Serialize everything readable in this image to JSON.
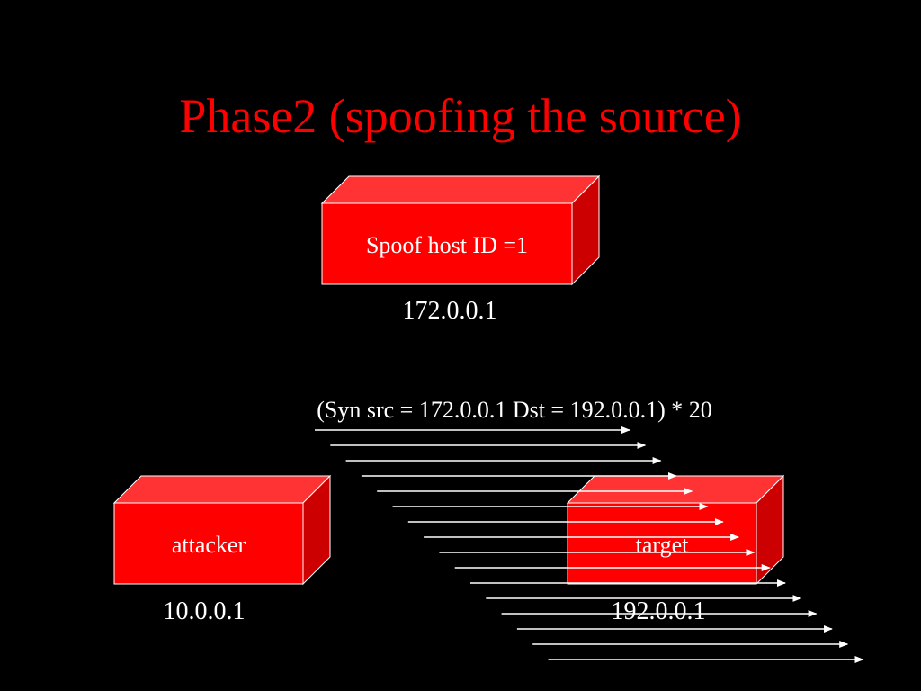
{
  "slide": {
    "title": "Phase2 (spoofing the source)"
  },
  "colors": {
    "background": "#000000",
    "title": "#ff0000",
    "box_front": "#ff0000",
    "box_top": "#ff3333",
    "box_side": "#cc0000",
    "text": "#ffffff",
    "arrow": "#ffffff"
  },
  "nodes": {
    "spoof": {
      "label": "Spoof host ID =1",
      "ip": "172.0.0.1"
    },
    "attacker": {
      "label": "attacker",
      "ip": "10.0.0.1"
    },
    "target": {
      "label": "target",
      "ip": "192.0.0.1"
    }
  },
  "packets": {
    "label": "(Syn src = 172.0.0.1 Dst = 192.0.0.1) * 20",
    "count": 16
  }
}
